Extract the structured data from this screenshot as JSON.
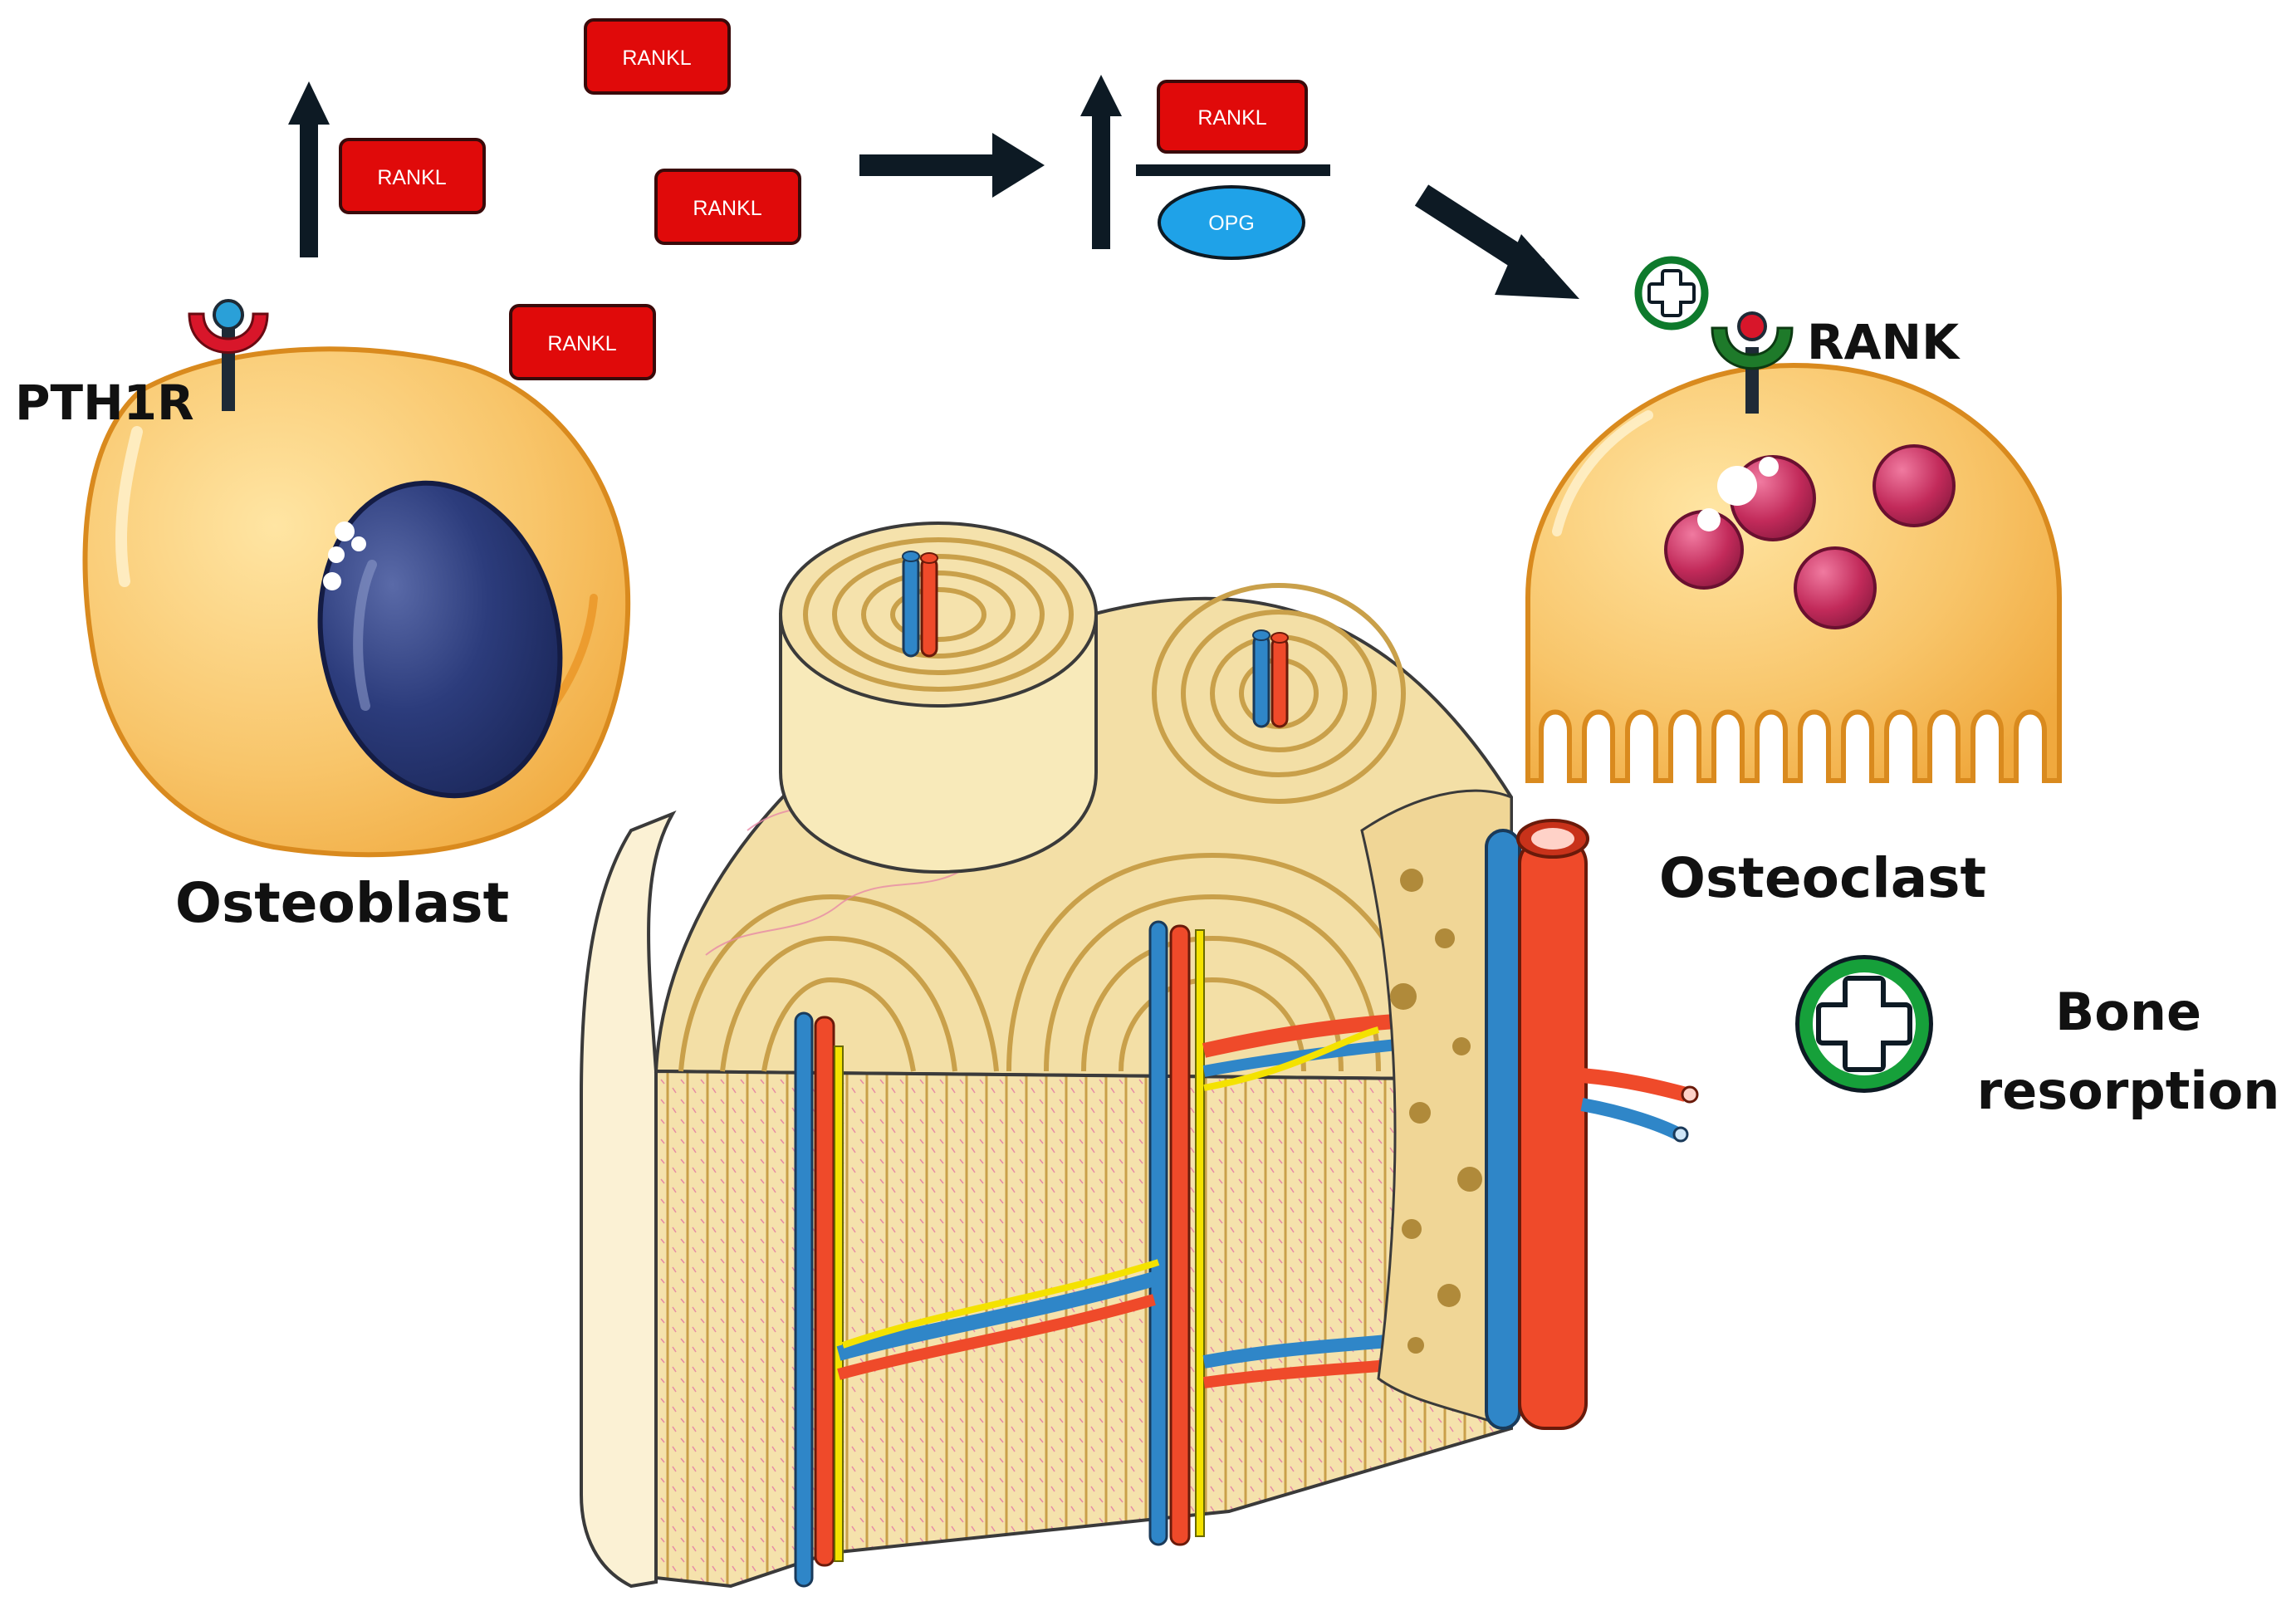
{
  "labels": {
    "receptor_left": "PTH1R",
    "cell_left": "Osteoblast",
    "receptor_right": "RANK",
    "cell_right": "Osteoclast",
    "effect_line1": "Bone",
    "effect_line2": "resorption"
  },
  "boxes": {
    "rankl": [
      "RANKL",
      "RANKL",
      "RANKL",
      "RANKL"
    ],
    "ratio_top": "RANKL",
    "ratio_bottom": "OPG"
  },
  "colors": {
    "rankl_box": "#e00a0a",
    "opg_ellipse": "#1fa2e8",
    "arrow": "#0d1a24",
    "plus_ring": "#0e7a2c",
    "cell_fill": "#f8c56a",
    "nucleus": "#283a7a",
    "osteoclast_nuclei": "#c22a5a",
    "bone": "#f3dfa6",
    "artery": "#ef4a2a",
    "vein": "#2f86c8",
    "nerve": "#f4e200"
  },
  "icons": [
    "up-arrow-icon",
    "right-arrow-icon",
    "down-right-arrow-icon",
    "plus-icon",
    "receptor-icon"
  ]
}
